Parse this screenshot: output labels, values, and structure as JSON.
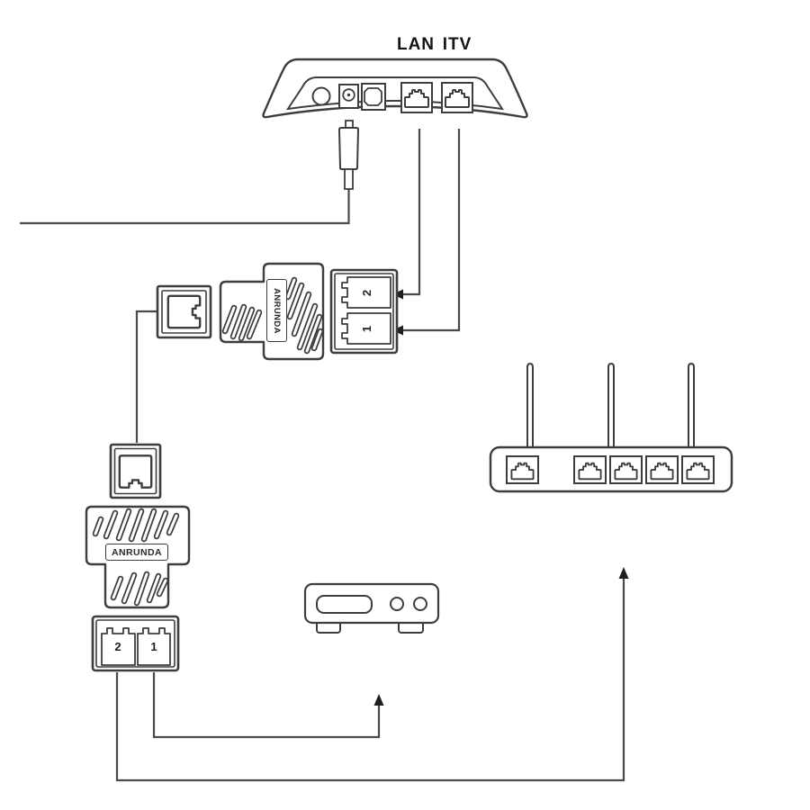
{
  "diagram": {
    "title_area": {
      "lan_label": "LAN",
      "itv_label": "ITV"
    },
    "splitter_top": {
      "brand": "ANRUNDA",
      "port_top": "2",
      "port_bottom": "1"
    },
    "splitter_left": {
      "brand": "ANRUNDA",
      "port_left": "2",
      "port_right": "1"
    },
    "colors": {
      "line": "#3d3d3d",
      "wire": "#4a4a4a",
      "arrow": "#1f1f1f",
      "background": "#ffffff"
    }
  }
}
